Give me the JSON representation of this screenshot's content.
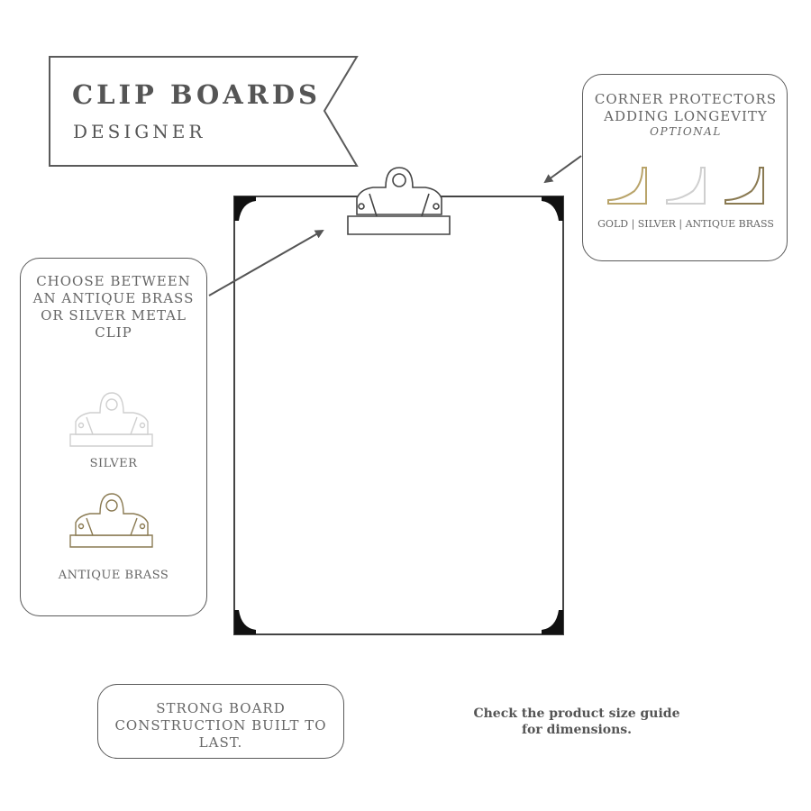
{
  "brand": {
    "title": "CLIP BOARDS",
    "subtitle": "DESIGNER"
  },
  "corner_callout": {
    "heading": "CORNER PROTECTORS ADDING LONGEVITY",
    "optional_label": "OPTIONAL",
    "options_label": "GOLD | SILVER | ANTIQUE BRASS",
    "options": [
      {
        "name": "GOLD",
        "color": "#b9a46a"
      },
      {
        "name": "SILVER",
        "color": "#cfcfcf"
      },
      {
        "name": "ANTIQUE BRASS",
        "color": "#8a7a52"
      }
    ]
  },
  "clip_callout": {
    "heading": "CHOOSE BETWEEN AN ANTIQUE BRASS OR SILVER METAL CLIP",
    "silver_label": "SILVER",
    "brass_label": "ANTIQUE BRASS",
    "silver_color": "#cfcfcf",
    "brass_color": "#8a7a52"
  },
  "board_callout": {
    "text": "STRONG BOARD CONSTRUCTION BUILT TO LAST."
  },
  "note": {
    "text": "Check the product size guide for dimensions."
  },
  "colors": {
    "outline": "#555555",
    "corner_fill": "#111111",
    "arrow": "#555555"
  }
}
